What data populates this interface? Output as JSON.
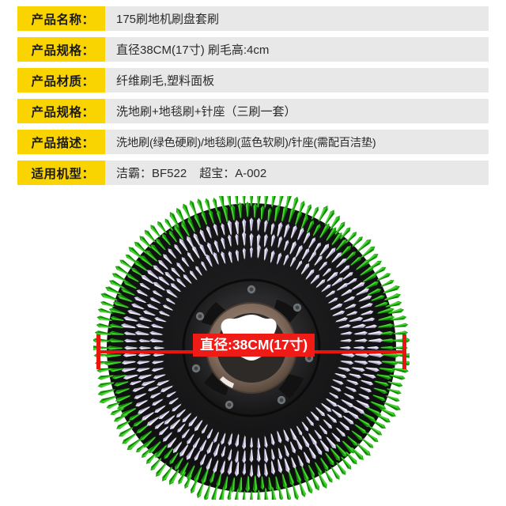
{
  "spec_table": {
    "label_bg": "#fad400",
    "value_bg": "#e8e8e8",
    "rows": [
      {
        "label": "产品名称：",
        "value": "175刷地机刷盘套刷"
      },
      {
        "label": "产品规格：",
        "value": "直径38CM(17寸)  刷毛高:4cm"
      },
      {
        "label": "产品材质：",
        "value": "纤维刷毛,塑料面板"
      },
      {
        "label": "产品规格：",
        "value": "洗地刷+地毯刷+针座（三刷一套）"
      },
      {
        "label": "产品描述：",
        "value": "洗地刷(绿色硬刷)/地毯刷(蓝色软刷)/针座(需配百洁垫)"
      },
      {
        "label": "适用机型：",
        "value_part_1": "洁霸：BF522",
        "value_part_2": "超宝：A-002"
      }
    ]
  },
  "product_photo": {
    "alt_name": "刷盘套刷",
    "dimension": {
      "label": "直径:38CM(17寸)",
      "line_color": "#e8150f",
      "label_bg": "#ee1b17",
      "label_color": "#ffffff"
    },
    "colors": {
      "outer_bristle": "#22b712",
      "inner_bristle": "#d8d4ee",
      "hub": "#2a2a2c",
      "coupling": "#8a7263"
    }
  }
}
